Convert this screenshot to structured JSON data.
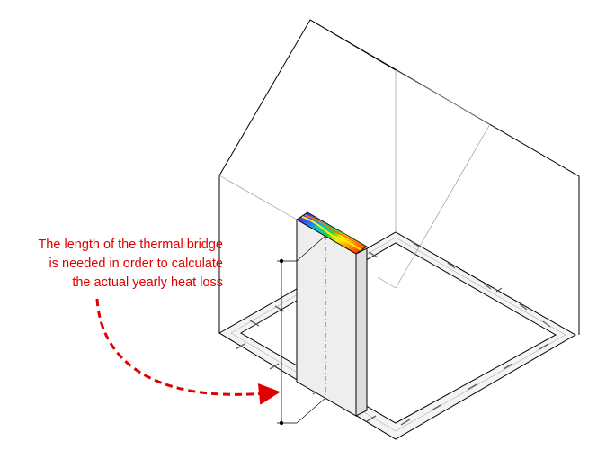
{
  "annotation": {
    "lines": [
      "The length of the thermal bridge",
      "is needed in order to calculate",
      "the actual yearly heat loss"
    ]
  },
  "colors": {
    "annotation": "#e00000",
    "outline": "#000000",
    "thin_lines": "#9a9a9a",
    "wall_band": "#f4f4f4",
    "panel_fill": "#eeeeee",
    "center_line": "#cc2277",
    "thermal_gradient": [
      "#ff0000",
      "#ff9900",
      "#ffee00",
      "#33cc33",
      "#00cccc",
      "#3355ff",
      "#8800cc"
    ]
  },
  "icons": [
    "dashed-curved-arrow-icon",
    "thermal-bridge-heat-map-icon"
  ]
}
